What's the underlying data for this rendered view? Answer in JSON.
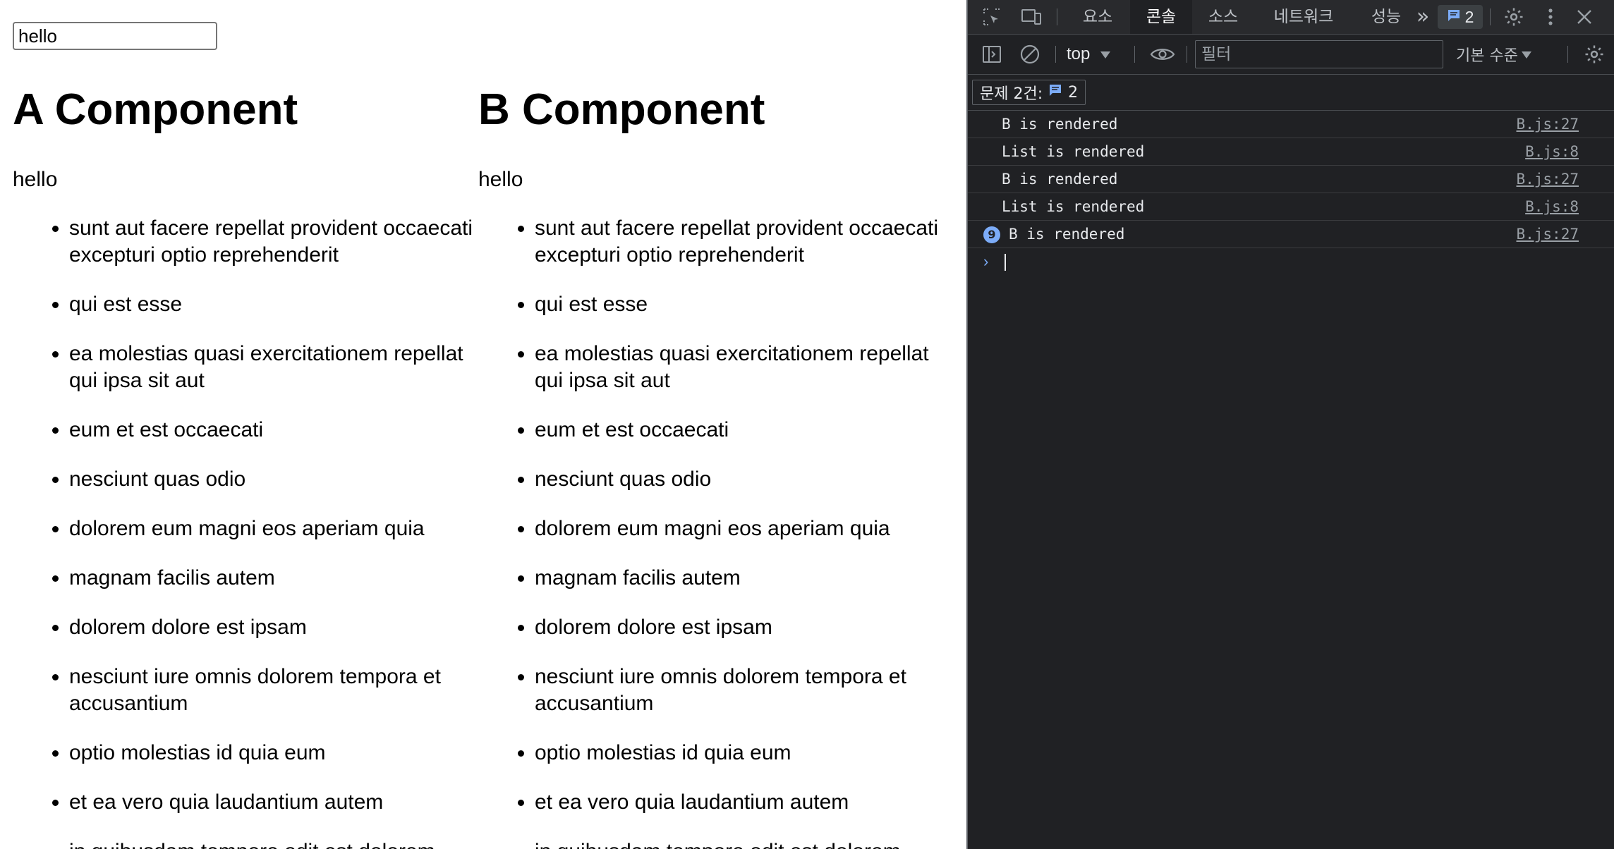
{
  "page": {
    "input_value": "hello",
    "components": [
      {
        "title": "A Component",
        "value": "hello",
        "items": [
          "sunt aut facere repellat provident occaecati excepturi optio reprehenderit",
          "qui est esse",
          "ea molestias quasi exercitationem repellat qui ipsa sit aut",
          "eum et est occaecati",
          "nesciunt quas odio",
          "dolorem eum magni eos aperiam quia",
          "magnam facilis autem",
          "dolorem dolore est ipsam",
          "nesciunt iure omnis dolorem tempora et accusantium",
          "optio molestias id quia eum",
          "et ea vero quia laudantium autem",
          "in quibusdam tempore odit est dolorem"
        ]
      },
      {
        "title": "B Component",
        "value": "hello",
        "items": [
          "sunt aut facere repellat provident occaecati excepturi optio reprehenderit",
          "qui est esse",
          "ea molestias quasi exercitationem repellat qui ipsa sit aut",
          "eum et est occaecati",
          "nesciunt quas odio",
          "dolorem eum magni eos aperiam quia",
          "magnam facilis autem",
          "dolorem dolore est ipsam",
          "nesciunt iure omnis dolorem tempora et accusantium",
          "optio molestias id quia eum",
          "et ea vero quia laudantium autem",
          "in quibusdam tempore odit est dolorem"
        ]
      }
    ]
  },
  "devtools": {
    "tabs": [
      {
        "label": "요소",
        "active": false
      },
      {
        "label": "콘솔",
        "active": true
      },
      {
        "label": "소스",
        "active": false
      },
      {
        "label": "네트워크",
        "active": false
      },
      {
        "label": "성능",
        "active": false
      }
    ],
    "more_tabs": "»",
    "issues_count": "2",
    "toolbar": {
      "context": "top",
      "filter_placeholder": "필터",
      "level": "기본 수준"
    },
    "issues_bar": {
      "label": "문제 2건:",
      "count": "2"
    },
    "logs": [
      {
        "message": "B is rendered",
        "source": "B.js:27",
        "count": ""
      },
      {
        "message": "List is rendered",
        "source": "B.js:8",
        "count": ""
      },
      {
        "message": "B is rendered",
        "source": "B.js:27",
        "count": ""
      },
      {
        "message": "List is rendered",
        "source": "B.js:8",
        "count": ""
      },
      {
        "message": "B is rendered",
        "source": "B.js:27",
        "count": "9"
      }
    ],
    "prompt": "›"
  },
  "colors": {
    "devtools_bg": "#202124",
    "tabbar_bg": "#292a2d",
    "accent_blue": "#7cacf8"
  }
}
